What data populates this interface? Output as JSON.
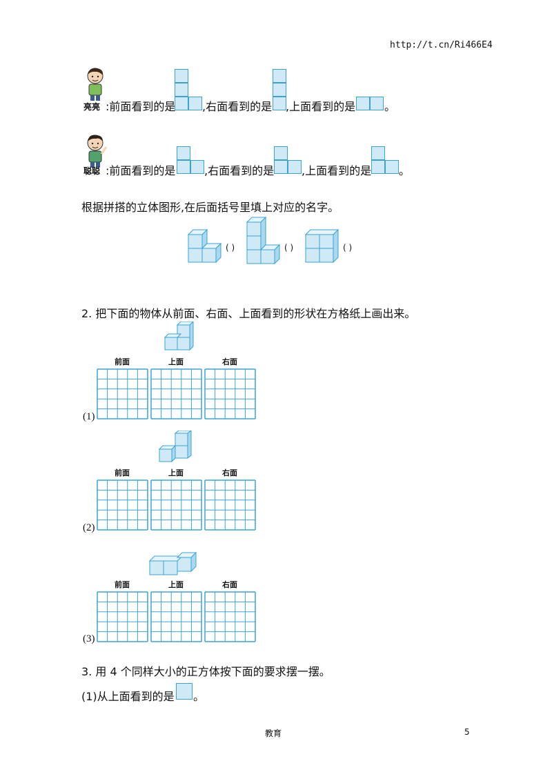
{
  "header": {
    "url": "http://t.cn/Ri466E4"
  },
  "views": [
    {
      "name": "亮亮",
      "colon": ":",
      "front_label": "前面看到的是",
      "right_label": ",右面看到的是",
      "top_label": ",上面看到的是",
      "end": "。"
    },
    {
      "name": "聪聪",
      "colon": ":",
      "front_label": "前面看到的是",
      "right_label": ",右面看到的是",
      "top_label": ",上面看到的是",
      "end": "。"
    }
  ],
  "section1": {
    "instruction": "根据拼搭的立体图形,在后面括号里填上对应的名字。",
    "blanks": [
      "(    )",
      "(    )",
      "(    )"
    ]
  },
  "q2": {
    "title": "2. 把下面的物体从前面、右面、上面看到的形状在方格纸上画出来。",
    "grid_labels": [
      "前面",
      "上面",
      "右面"
    ],
    "parts": [
      "(1)",
      "(2)",
      "(3)"
    ]
  },
  "q3": {
    "title": "3. 用 4 个同样大小的正方体按下面的要求摆一摆。",
    "sub1": "(1)从上面看到的是",
    "sub1_end": "。"
  },
  "footer": {
    "text": "教育",
    "page": "5"
  }
}
